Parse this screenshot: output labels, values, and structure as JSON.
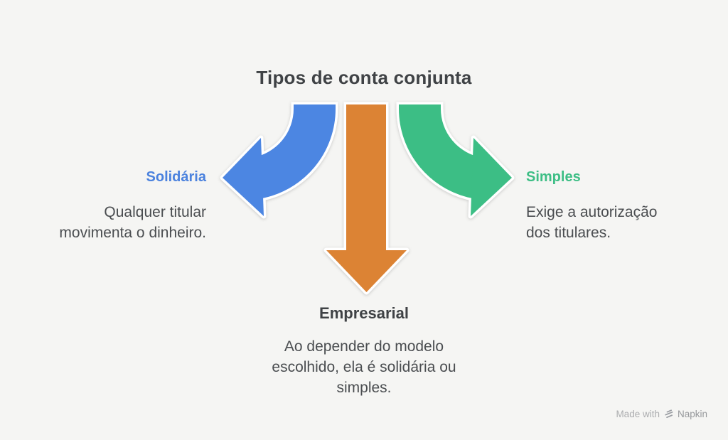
{
  "title": "Tipos de conta conjunta",
  "branches": {
    "left": {
      "label": "Solidária",
      "description": "Qualquer titular\nmovimenta o dinheiro.",
      "arrow": "curved-down-left-arrow",
      "color": "#4C86E2"
    },
    "right": {
      "label": "Simples",
      "description": "Exige a autorização\ndos titulares.",
      "arrow": "curved-down-right-arrow",
      "color": "#3CBE85"
    },
    "bottom": {
      "label": "Empresarial",
      "description": "Ao depender do modelo\nescolhido, ela é solidária ou\nsimples.",
      "arrow": "straight-down-arrow",
      "color": "#DC8334"
    }
  },
  "colors": {
    "background": "#F5F5F3",
    "title_text": "#3F4245",
    "body_text": "#4A4D50",
    "blue": "#4C86E2",
    "orange": "#DC8334",
    "green": "#3CBE85",
    "arrow_outline": "#FFFFFF",
    "watermark_text": "#ACADAF",
    "watermark_brand": "#96989B"
  },
  "watermark": {
    "prefix": "Made with",
    "brand": "Napkin"
  }
}
